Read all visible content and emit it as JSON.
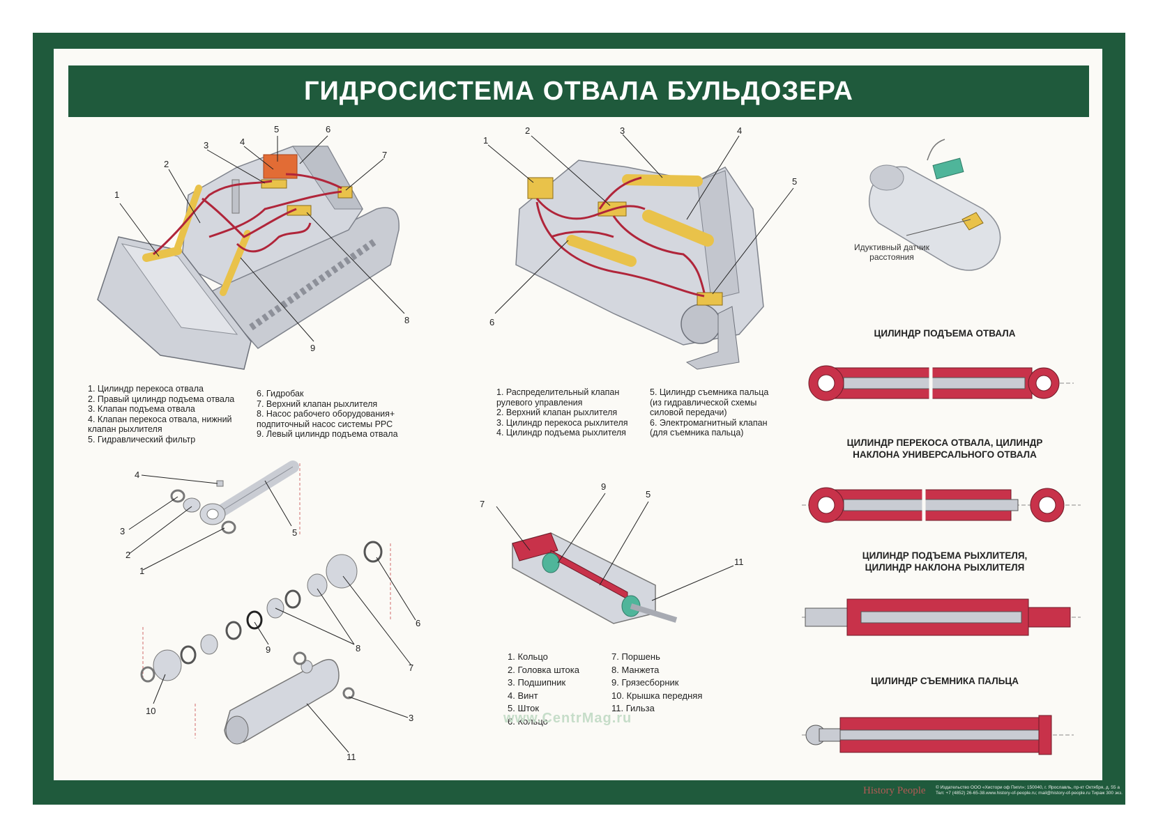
{
  "title": "ГИДРОСИСТЕМА ОТВАЛА БУЛЬДОЗЕРА",
  "colors": {
    "frame": "#1f5a3c",
    "paper": "#fbfaf6",
    "cylinder_red": "#c8324a",
    "hydro_yellow": "#e9c24a",
    "metal_grey": "#c9ccd3"
  },
  "dozer": {
    "callouts": [
      "1",
      "2",
      "3",
      "4",
      "5",
      "6",
      "7",
      "8",
      "9"
    ],
    "legend_left": "1. Цилиндр перекоса отвала\n2. Правый цилиндр подъема отвала\n3. Клапан подъема отвала\n4. Клапан перекоса отвала, нижний\nклапан рыхлителя\n5. Гидравлический фильтр",
    "legend_right": "6. Гидробак\n7. Верхний клапан рыхлителя\n8. Насос рабочего оборудования+\nподпиточный насос системы РРС\n9. Левый цилиндр подъема отвала"
  },
  "ripper": {
    "callouts": [
      "1",
      "2",
      "3",
      "4",
      "5",
      "6"
    ],
    "legend_left": "1. Распределительный клапан\nрулевого управления\n2. Верхний клапан рыхлителя\n3. Цилиндр перекоса рыхлителя\n4. Цилиндр подъема рыхлителя",
    "legend_right": "5. Цилиндр съемника пальца\n(из гидравлической схемы\nсиловой передачи)\n6. Электромагнитный клапан\n(для съемника пальца)"
  },
  "sensor_label": "Идуктивный датчик\nрасстояния",
  "cylinders": {
    "c1": "ЦИЛИНДР ПОДЪЕМА ОТВАЛА",
    "c2": "ЦИЛИНДР ПЕРЕКОСА ОТВАЛА, ЦИЛИНДР\nНАКЛОНА УНИВЕРСАЛЬНОГО ОТВАЛА",
    "c3": "ЦИЛИНДР ПОДЪЕМА РЫХЛИТЕЛЯ,\nЦИЛИНДР НАКЛОНА РЫХЛИТЕЛЯ",
    "c4": "ЦИЛИНДР СЪЕМНИКА ПАЛЬЦА"
  },
  "exploded": {
    "callouts": [
      "4",
      "3",
      "2",
      "1",
      "5",
      "6",
      "7",
      "8",
      "9",
      "10",
      "3",
      "11"
    ]
  },
  "section": {
    "callouts": [
      "7",
      "9",
      "5",
      "11"
    ],
    "legend_left": "1. Кольцо\n2. Головка штока\n3. Подшипник\n4. Винт\n5. Шток\n6. Кольцо",
    "legend_right": "7. Поршень\n8. Манжета\n9. Грязесборник\n10. Крышка передняя\n11. Гильза"
  },
  "watermark": "www.CentrMag.ru",
  "brand": "History People",
  "copyright": "© Издательство ООО «Хистори оф Пипл»; 150040, г. Ярославль, пр-кт Октября, д. 55 а\nТел: +7 (4852) 26-65-38.www.history-of-people.ru; mail@history-of-people.ru Тираж 300 экз."
}
